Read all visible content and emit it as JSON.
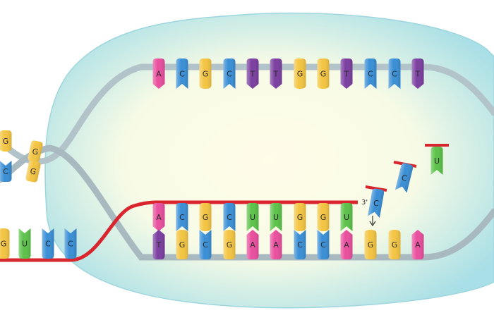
{
  "colors": {
    "A": "#e94f9e",
    "C": "#3a8fd6",
    "G": "#f4c542",
    "T": "#7b3fa0",
    "U": "#5cc24a",
    "rna_strand": "#d9262e",
    "backbone": "#b9c6cc",
    "bubble_fill": "#bfe8ec",
    "bubble_inner": "#fffbe6"
  },
  "sequences": {
    "template_top": [
      "A",
      "C",
      "G",
      "C",
      "T",
      "T",
      "G",
      "G",
      "T",
      "C",
      "C",
      "T"
    ],
    "rna_paired": [
      "A",
      "C",
      "G",
      "C",
      "U",
      "U",
      "G",
      "G",
      "U"
    ],
    "dna_bottom": [
      "T",
      "G",
      "C",
      "G",
      "A",
      "A",
      "C",
      "C",
      "A",
      "G",
      "G",
      "A"
    ],
    "rna_exit": [
      "G",
      "U",
      "C",
      "C"
    ],
    "left_helix": [
      "G",
      "C",
      "G",
      "G"
    ],
    "incoming": [
      "C",
      "C",
      "U"
    ]
  },
  "labels": {
    "three_prime": "3'"
  }
}
